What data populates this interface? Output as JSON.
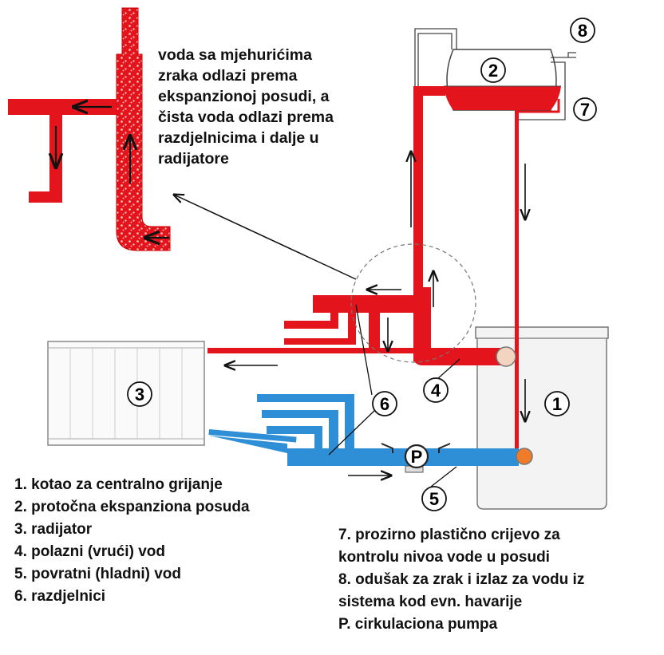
{
  "description_text": [
    "voda sa mjehurićima",
    "zraka odlazi prema",
    "ekspanzionoj posudi, a",
    "čista voda odlazi prema",
    "razdjelnicima i dalje u",
    "radijatore"
  ],
  "legend_left": [
    "1. kotao za centralno grijanje",
    "2. protočna ekspanziona posuda",
    "3. radijator",
    "4. polazni (vrući) vod",
    "5. povratni (hladni) vod",
    "6. razdjelnici"
  ],
  "legend_right": [
    "7. prozirno plastično crijevo za",
    "kontrolu nivoa vode u posudi",
    "8. odušak za zrak i izlaz za vodu iz",
    "sistema kod evn. havarije",
    "P. cirkulaciona pumpa"
  ],
  "callouts": {
    "n1": "1",
    "n2": "2",
    "n3": "3",
    "n4": "4",
    "n5": "5",
    "n6": "6",
    "n7": "7",
    "n8": "8",
    "pump": "P"
  },
  "colors": {
    "hot_pipe": "#e3141c",
    "cold_pipe": "#2f8fd6",
    "outline": "#444444",
    "boiler_fill": "#f2f2f2",
    "bubble": "#f7c6c6"
  }
}
